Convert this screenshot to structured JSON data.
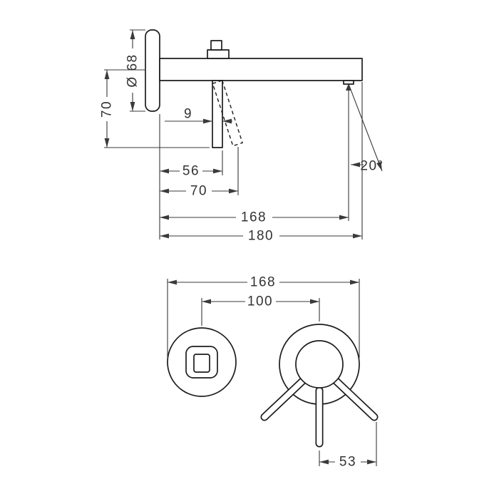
{
  "side_view": {
    "escutcheon_diameter": "Ø 68",
    "lever_drop": "70",
    "lever_thickness": "9",
    "dim_56": "56",
    "dim_70": "70",
    "dim_168": "168",
    "dim_180": "180",
    "stream_angle": "20°"
  },
  "front_view": {
    "dim_168": "168",
    "dim_100": "100",
    "dim_53": "53"
  },
  "colors": {
    "line": "#1c1c1c",
    "dimension": "#3a3a3a",
    "background": "#ffffff"
  }
}
